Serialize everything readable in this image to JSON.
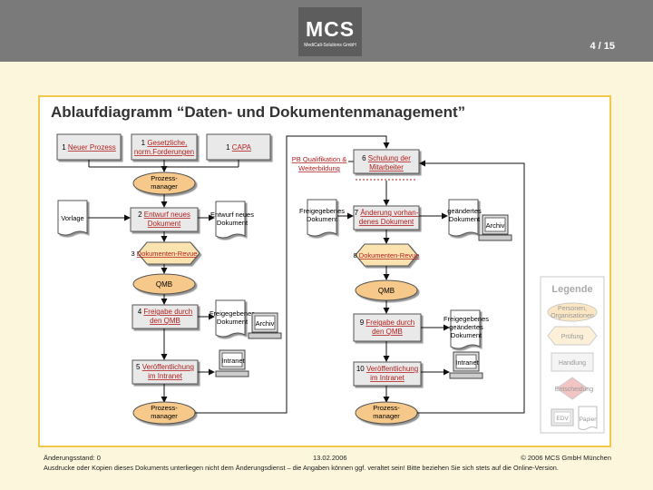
{
  "header": {
    "logo": "MCS",
    "logo_sub": "MediCall-Solutions GmbH",
    "page": "4 / 15"
  },
  "title": "Ablaufdiagramm “Daten- und Dokumentenmanagement”",
  "left": {
    "box_neuer": [
      "1 ",
      "Neuer Prozess"
    ],
    "box_gesetz": [
      "1 ",
      "Gesetzliche,",
      "norm.Forderungen"
    ],
    "box_capa": [
      "1 ",
      "CAPA"
    ],
    "prozessmanager_top": [
      "Prozess-",
      "manager"
    ],
    "vorlage": "Vorlage",
    "entwurf_box": [
      "2 ",
      "Entwurf neues",
      "Dokument"
    ],
    "entwurf_doc": [
      "Entwurf neues",
      "Dokument"
    ],
    "revue": [
      "3 ",
      "Dokumenten-Revue"
    ],
    "qmb": "QMB",
    "freigabe_box": [
      "4 ",
      "Freigabe durch",
      "den QMB"
    ],
    "freigegebenes": [
      "Freigegebenes",
      "Dokument"
    ],
    "archiv": "Archiv",
    "veroeff_box": [
      "5 ",
      "Veröffentlichung",
      "im Intranet"
    ],
    "intranet": "Intranet",
    "prozessmanager_bottom": [
      "Prozess-",
      "manager"
    ]
  },
  "right": {
    "pb_qual": [
      "PB Qualifikation &",
      "Weiterbildung"
    ],
    "schulung": [
      "6 ",
      "Schulung der",
      "Mitarbeiter"
    ],
    "freigegebenes": [
      "Freigegebenes",
      "Dokument"
    ],
    "aenderung_box": [
      "7 ",
      "Änderung vorhan-",
      "denes Dokument"
    ],
    "geaendertes": [
      "geändertes",
      "Dokument"
    ],
    "archiv": "Archiv",
    "revue": [
      "8 ",
      "Dokumenten-Revue"
    ],
    "qmb": "QMB",
    "freigabe_box": [
      "9 ",
      "Freigabe durch",
      "den QMB"
    ],
    "freig_geaend": [
      "Freigegebenes",
      "geändertes",
      "Dokument"
    ],
    "veroeff_box": [
      "10 ",
      "Veröffentlichung",
      "im Intranet"
    ],
    "intranet": "Intranet",
    "prozessmanager": [
      "Prozess-",
      "manager"
    ]
  },
  "legend": {
    "title": "Legende",
    "personen": [
      "Personen,",
      "Organisationen"
    ],
    "pruefung": "Prüfung",
    "handlung": "Handlung",
    "entscheidung": "Entscheidung",
    "edv": "EDV",
    "papier": "Papier"
  },
  "footer": {
    "aenderungsstand": "Änderungsstand: 0",
    "datum": "13.02.2006",
    "copyright": "© 2006 MCS GmbH München",
    "hinweis": "Ausdrucke oder Kopien dieses Dokuments unterliegen nicht dem Änderungsdienst – die Angaben können ggf. veraltet sein! Bitte beziehen Sie sich stets auf die Online-Version."
  },
  "colors": {
    "accent_red": "#b41e1e",
    "ellipse_fill": "#f6c88a",
    "box_fill": "#e9e9e9",
    "hex_fill": "#fbe3b0",
    "frame": "#f2c94c"
  }
}
